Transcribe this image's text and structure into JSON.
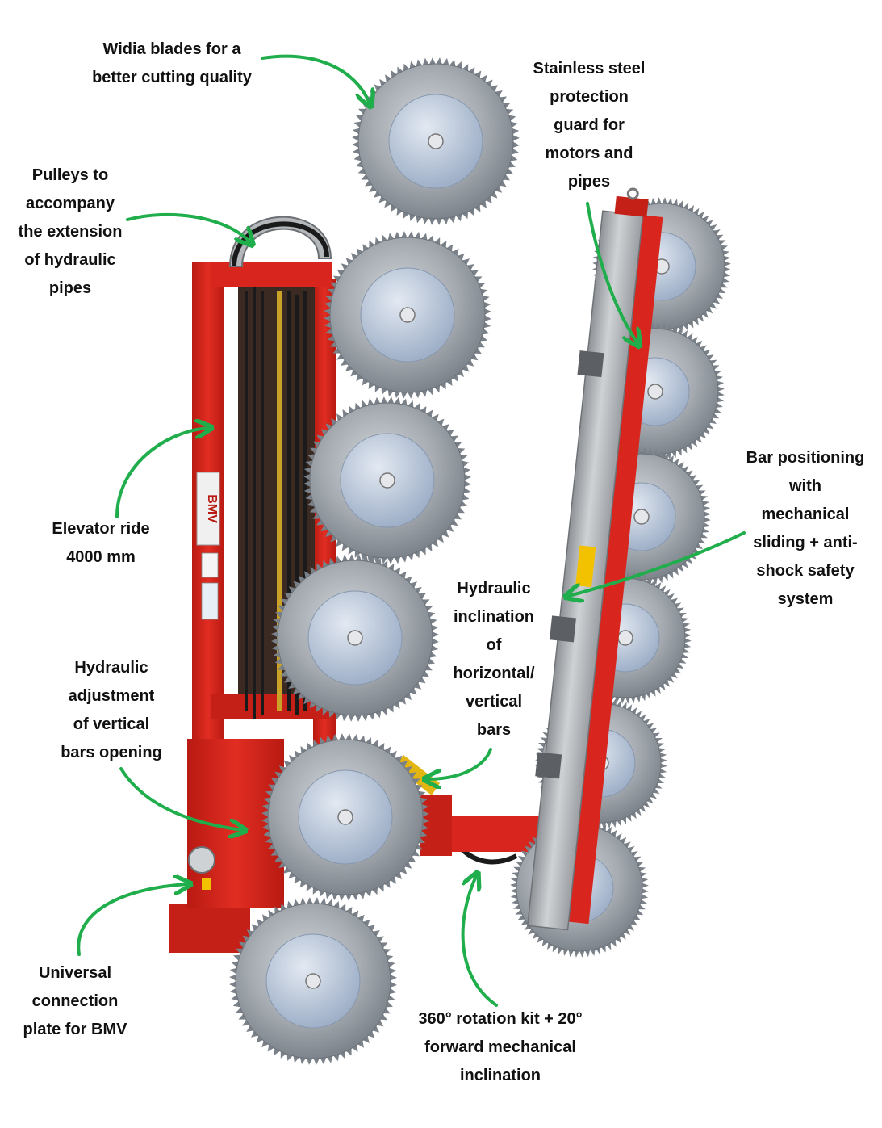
{
  "colors": {
    "frame_red": "#d8261e",
    "frame_dark_red": "#a8160f",
    "blade_steel": "#9aa0a6",
    "blade_light": "#c9ced3",
    "hub": "#b7c3d6",
    "steel_bar": "#b5b8bb",
    "arrow_green": "#1fae4b",
    "hose_black": "#1a1a1a"
  },
  "labels": [
    {
      "id": "widia",
      "lines": [
        "Widia blades for a",
        "better cutting quality"
      ]
    },
    {
      "id": "stainless",
      "lines": [
        "Stainless steel",
        "protection",
        "guard for",
        "motors and",
        "pipes"
      ]
    },
    {
      "id": "pulleys",
      "lines": [
        "Pulleys to",
        "accompany",
        "the extension",
        "of hydraulic",
        "pipes"
      ]
    },
    {
      "id": "elevator",
      "lines": [
        "Elevator ride",
        "4000 mm"
      ]
    },
    {
      "id": "bar-positioning",
      "lines": [
        "Bar positioning",
        "with",
        "mechanical",
        "sliding + anti-",
        "shock safety",
        "system"
      ]
    },
    {
      "id": "hyd-inclination",
      "lines": [
        "Hydraulic",
        "inclination",
        "of",
        "horizontal/",
        "vertical",
        "bars"
      ]
    },
    {
      "id": "hyd-adjustment",
      "lines": [
        "Hydraulic",
        "adjustment",
        "of vertical",
        "bars opening"
      ]
    },
    {
      "id": "universal",
      "lines": [
        "Universal",
        "connection",
        "plate for BMV"
      ]
    },
    {
      "id": "rotation",
      "lines": [
        "360° rotation kit + 20°",
        "forward mechanical",
        "inclination"
      ]
    }
  ],
  "machine": {
    "brand_marking": "BMV"
  }
}
